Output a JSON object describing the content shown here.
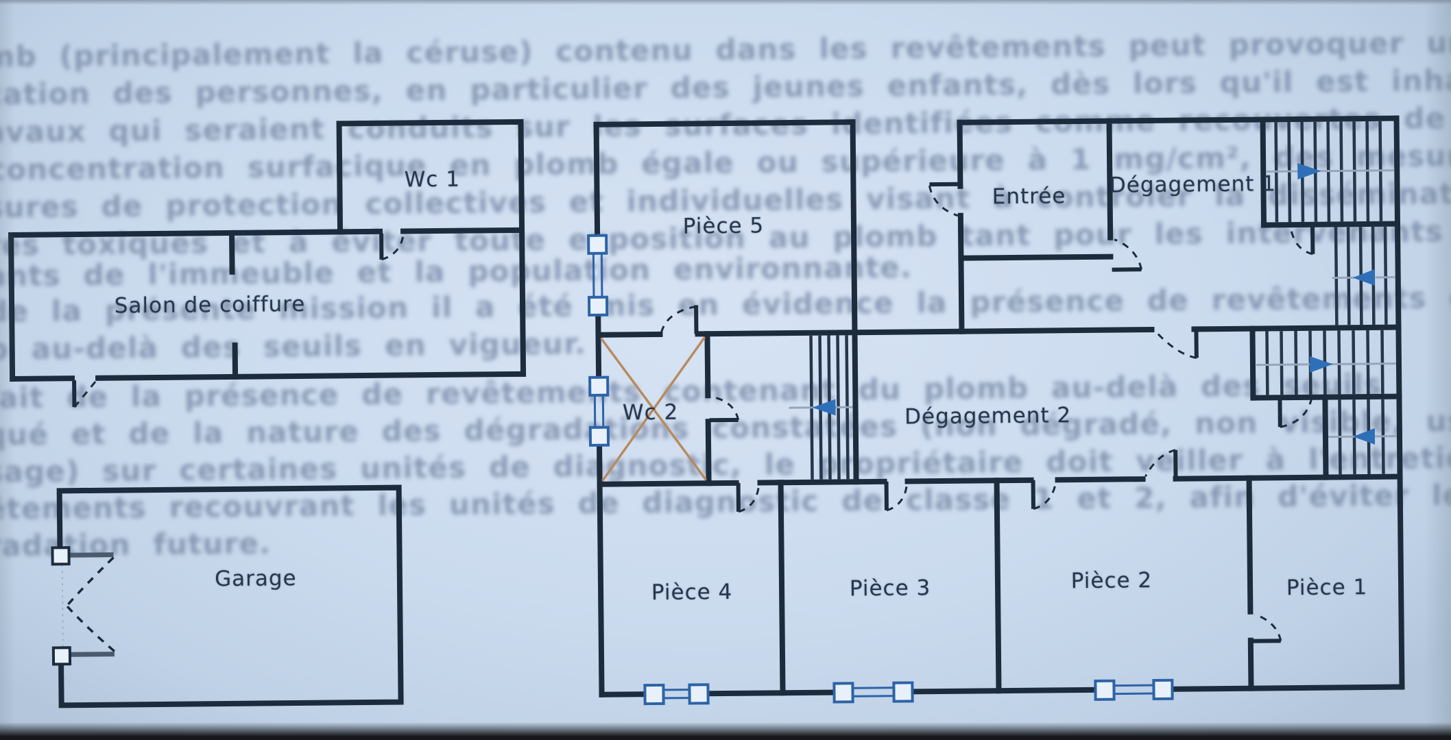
{
  "document": {
    "kind": "scanned floor plan page of a lead-diagnostic report",
    "language": "French"
  },
  "colors": {
    "paper": "#cbdbee",
    "wall": "#1d2c3c",
    "window_blue": "#2d63a6",
    "arrow_blue": "#2f6fb8",
    "cross_orange": "#b98a5f",
    "stair_guide_gray": "#95a5ba",
    "bleed_text": "#5f7090"
  },
  "plan": {
    "rooms": [
      {
        "id": "wc1",
        "label": "Wc 1"
      },
      {
        "id": "salon",
        "label": "Salon de coiffure"
      },
      {
        "id": "garage",
        "label": "Garage"
      },
      {
        "id": "piece5",
        "label": "Pièce 5"
      },
      {
        "id": "wc2",
        "label": "Wc 2"
      },
      {
        "id": "entree",
        "label": "Entrée"
      },
      {
        "id": "degagement1",
        "label": "Dégagement 1"
      },
      {
        "id": "degagement2",
        "label": "Dégagement 2"
      },
      {
        "id": "piece4",
        "label": "Pièce 4"
      },
      {
        "id": "piece3",
        "label": "Pièce 3"
      },
      {
        "id": "piece2",
        "label": "Pièce 2"
      },
      {
        "id": "piece1",
        "label": "Pièce 1"
      }
    ],
    "stairs": [
      {
        "id": "entry-block-upper-flight",
        "arrow": "right"
      },
      {
        "id": "entry-block-lower-flight",
        "arrow": "left"
      },
      {
        "id": "corridor-mid-flight",
        "arrow": "left"
      },
      {
        "id": "corridor-right-upper-flight",
        "arrow": "right"
      },
      {
        "id": "corridor-right-lower-flight",
        "arrow": "left"
      }
    ],
    "annotations": [
      {
        "id": "wc2-condemned-cross",
        "shape": "X",
        "color": "#b98a5f"
      }
    ]
  },
  "background_text": {
    "lines": [
      {
        "text": "mb (principalement la céruse) contenu dans les revêtements peut provoquer une"
      },
      {
        "text": "cation des personnes, en particulier des jeunes enfants, dès lors qu'il est inhalé ou ing"
      },
      {
        "text": "avaux qui seraient conduits sur les surfaces identifiées comme recouvertes de pein"
      },
      {
        "text": "concentration surfacique en plomb égale ou supérieure à 1 mg/cm², des mesures"
      },
      {
        "text": "sures de protection collectives et individuelles visant à contrôler la dissémination"
      },
      {
        "text": "res toxiques et à éviter toute exposition au plomb tant pour les intervenants que pour"
      },
      {
        "text": "ants de l'immeuble et la population environnante."
      },
      {
        "text": "de la présente mission il a été mis en évidence la présence de revêtements contenant"
      },
      {
        "text": "b au-delà des seuils en vigueur."
      },
      {
        "text": "fait de la présence de revêtements contenant du plomb au-delà des seuils"
      },
      {
        "text": "qué et de la nature des dégradations constatées (non dégradé, non visible, us"
      },
      {
        "text": "sage) sur certaines unités de diagnostic, le propriétaire doit veiller à l'entretien des"
      },
      {
        "text": "êtements recouvrant les unités de diagnostic de classe 1 et 2, afin d'éviter leur"
      },
      {
        "text": "radation future."
      }
    ]
  }
}
